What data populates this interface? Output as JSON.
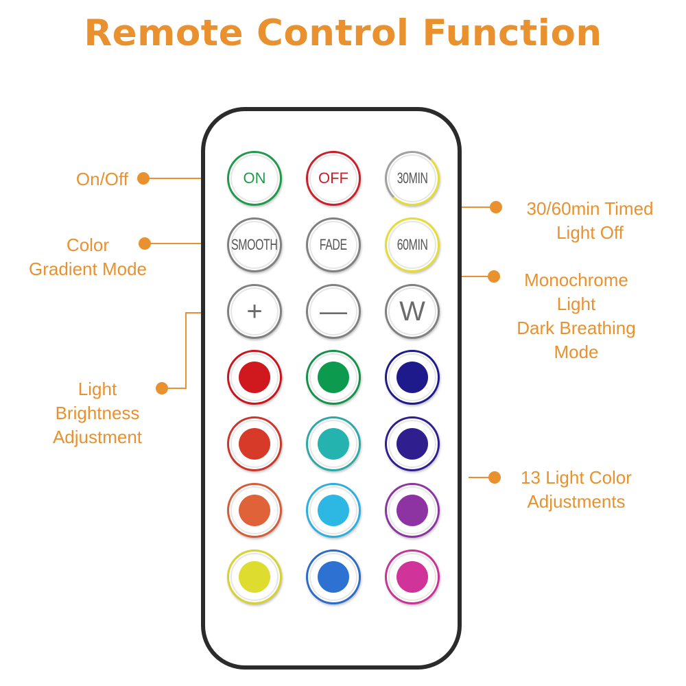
{
  "title": "Remote Control Function",
  "colors": {
    "accent": "#E8912E",
    "line": "#E8912E",
    "remote_border": "#2B2B2B"
  },
  "buttons": [
    {
      "label": "ON",
      "ring": "#1F9A4A",
      "text": "#1F9A4A"
    },
    {
      "label": "OFF",
      "ring": "#C8202A",
      "text": "#C8202A"
    },
    {
      "label": "30MIN",
      "ring": "#A0A0A0",
      "accent_ring": "#E6DD34",
      "text": "#555555"
    },
    {
      "label": "SMOOTH",
      "ring": "#808080",
      "text": "#555555"
    },
    {
      "label": "FADE",
      "ring": "#808080",
      "text": "#555555"
    },
    {
      "label": "60MIN",
      "ring": "#E6DD34",
      "text": "#555555"
    },
    {
      "label": "+",
      "ring": "#808080",
      "text": "#6B6B6B"
    },
    {
      "label": "—",
      "ring": "#808080",
      "text": "#6B6B6B"
    },
    {
      "label": "W",
      "ring": "#808080",
      "text": "#6B6B6B"
    }
  ],
  "color_buttons": [
    {
      "color": "#D0181F",
      "ring": "#C9141B"
    },
    {
      "color": "#0C9A4E",
      "ring": "#14924A"
    },
    {
      "color": "#1E1A8C",
      "ring": "#1E1A8C"
    },
    {
      "color": "#D83A29",
      "ring": "#C9362A"
    },
    {
      "color": "#24B3AE",
      "ring": "#2AA9A6"
    },
    {
      "color": "#2E1E8E",
      "ring": "#2E1E8E"
    },
    {
      "color": "#E06238",
      "ring": "#D45C36"
    },
    {
      "color": "#2DB8E4",
      "ring": "#2BAFE0"
    },
    {
      "color": "#8E33A2",
      "ring": "#8E33A2"
    },
    {
      "color": "#DEDC2E",
      "ring": "#D6D22E"
    },
    {
      "color": "#2D72D2",
      "ring": "#2B6BC9"
    },
    {
      "color": "#D0339A",
      "ring": "#C93395"
    }
  ],
  "callouts": {
    "on_off": [
      "On/Off"
    ],
    "color_gradient": [
      "Color",
      "Gradient Mode"
    ],
    "brightness": [
      "Light",
      "Brightness",
      "Adjustment"
    ],
    "timed_off": [
      "30/60min Timed",
      "Light Off"
    ],
    "monochrome": [
      "Monochrome",
      "Light",
      "Dark Breathing",
      "Mode"
    ],
    "color_adjust": [
      "13 Light Color",
      "Adjustments"
    ]
  }
}
